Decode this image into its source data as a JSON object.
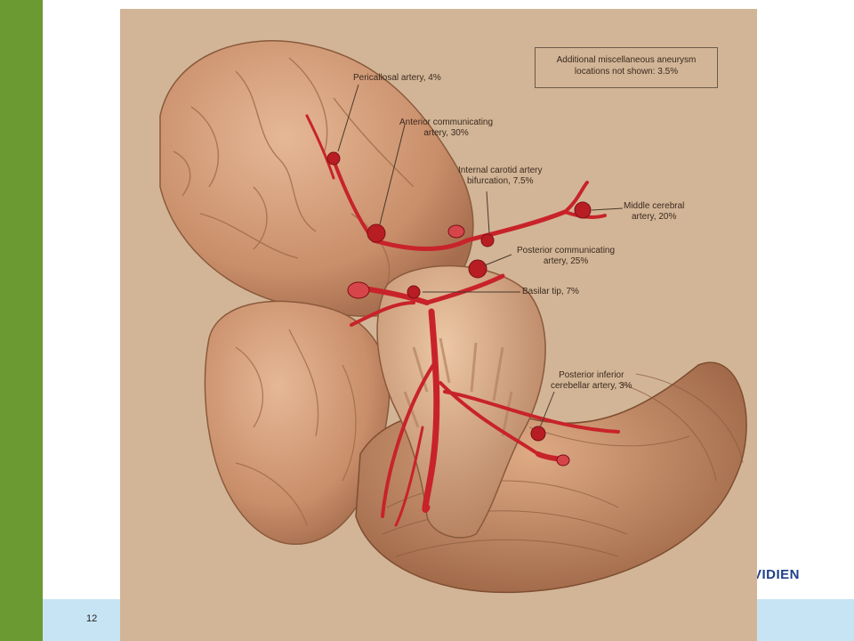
{
  "slide": {
    "page_number": "12",
    "brand": "VIDIEN",
    "colors": {
      "left_bar": "#6b9a33",
      "footer_band": "#c7e4f4",
      "brand": "#1f3f8c",
      "figure_background": "#d2b596",
      "artery": "#c8232a"
    }
  },
  "figure": {
    "note": "Additional miscellaneous aneurysm\nlocations not shown: 3.5%",
    "labels": {
      "pericallosal": "Pericallosal artery, 4%",
      "anterior_communicating": "Anterior communicating\nartery, 30%",
      "internal_carotid": "Internal carotid artery\nbifurcation, 7.5%",
      "middle_cerebral": "Middle cerebral\nartery, 20%",
      "posterior_communicating": "Posterior communicating\nartery, 25%",
      "basilar_tip": "Basilar tip, 7%",
      "posterior_inferior_cerebellar": "Posterior inferior\ncerebellar artery, 3%"
    }
  }
}
